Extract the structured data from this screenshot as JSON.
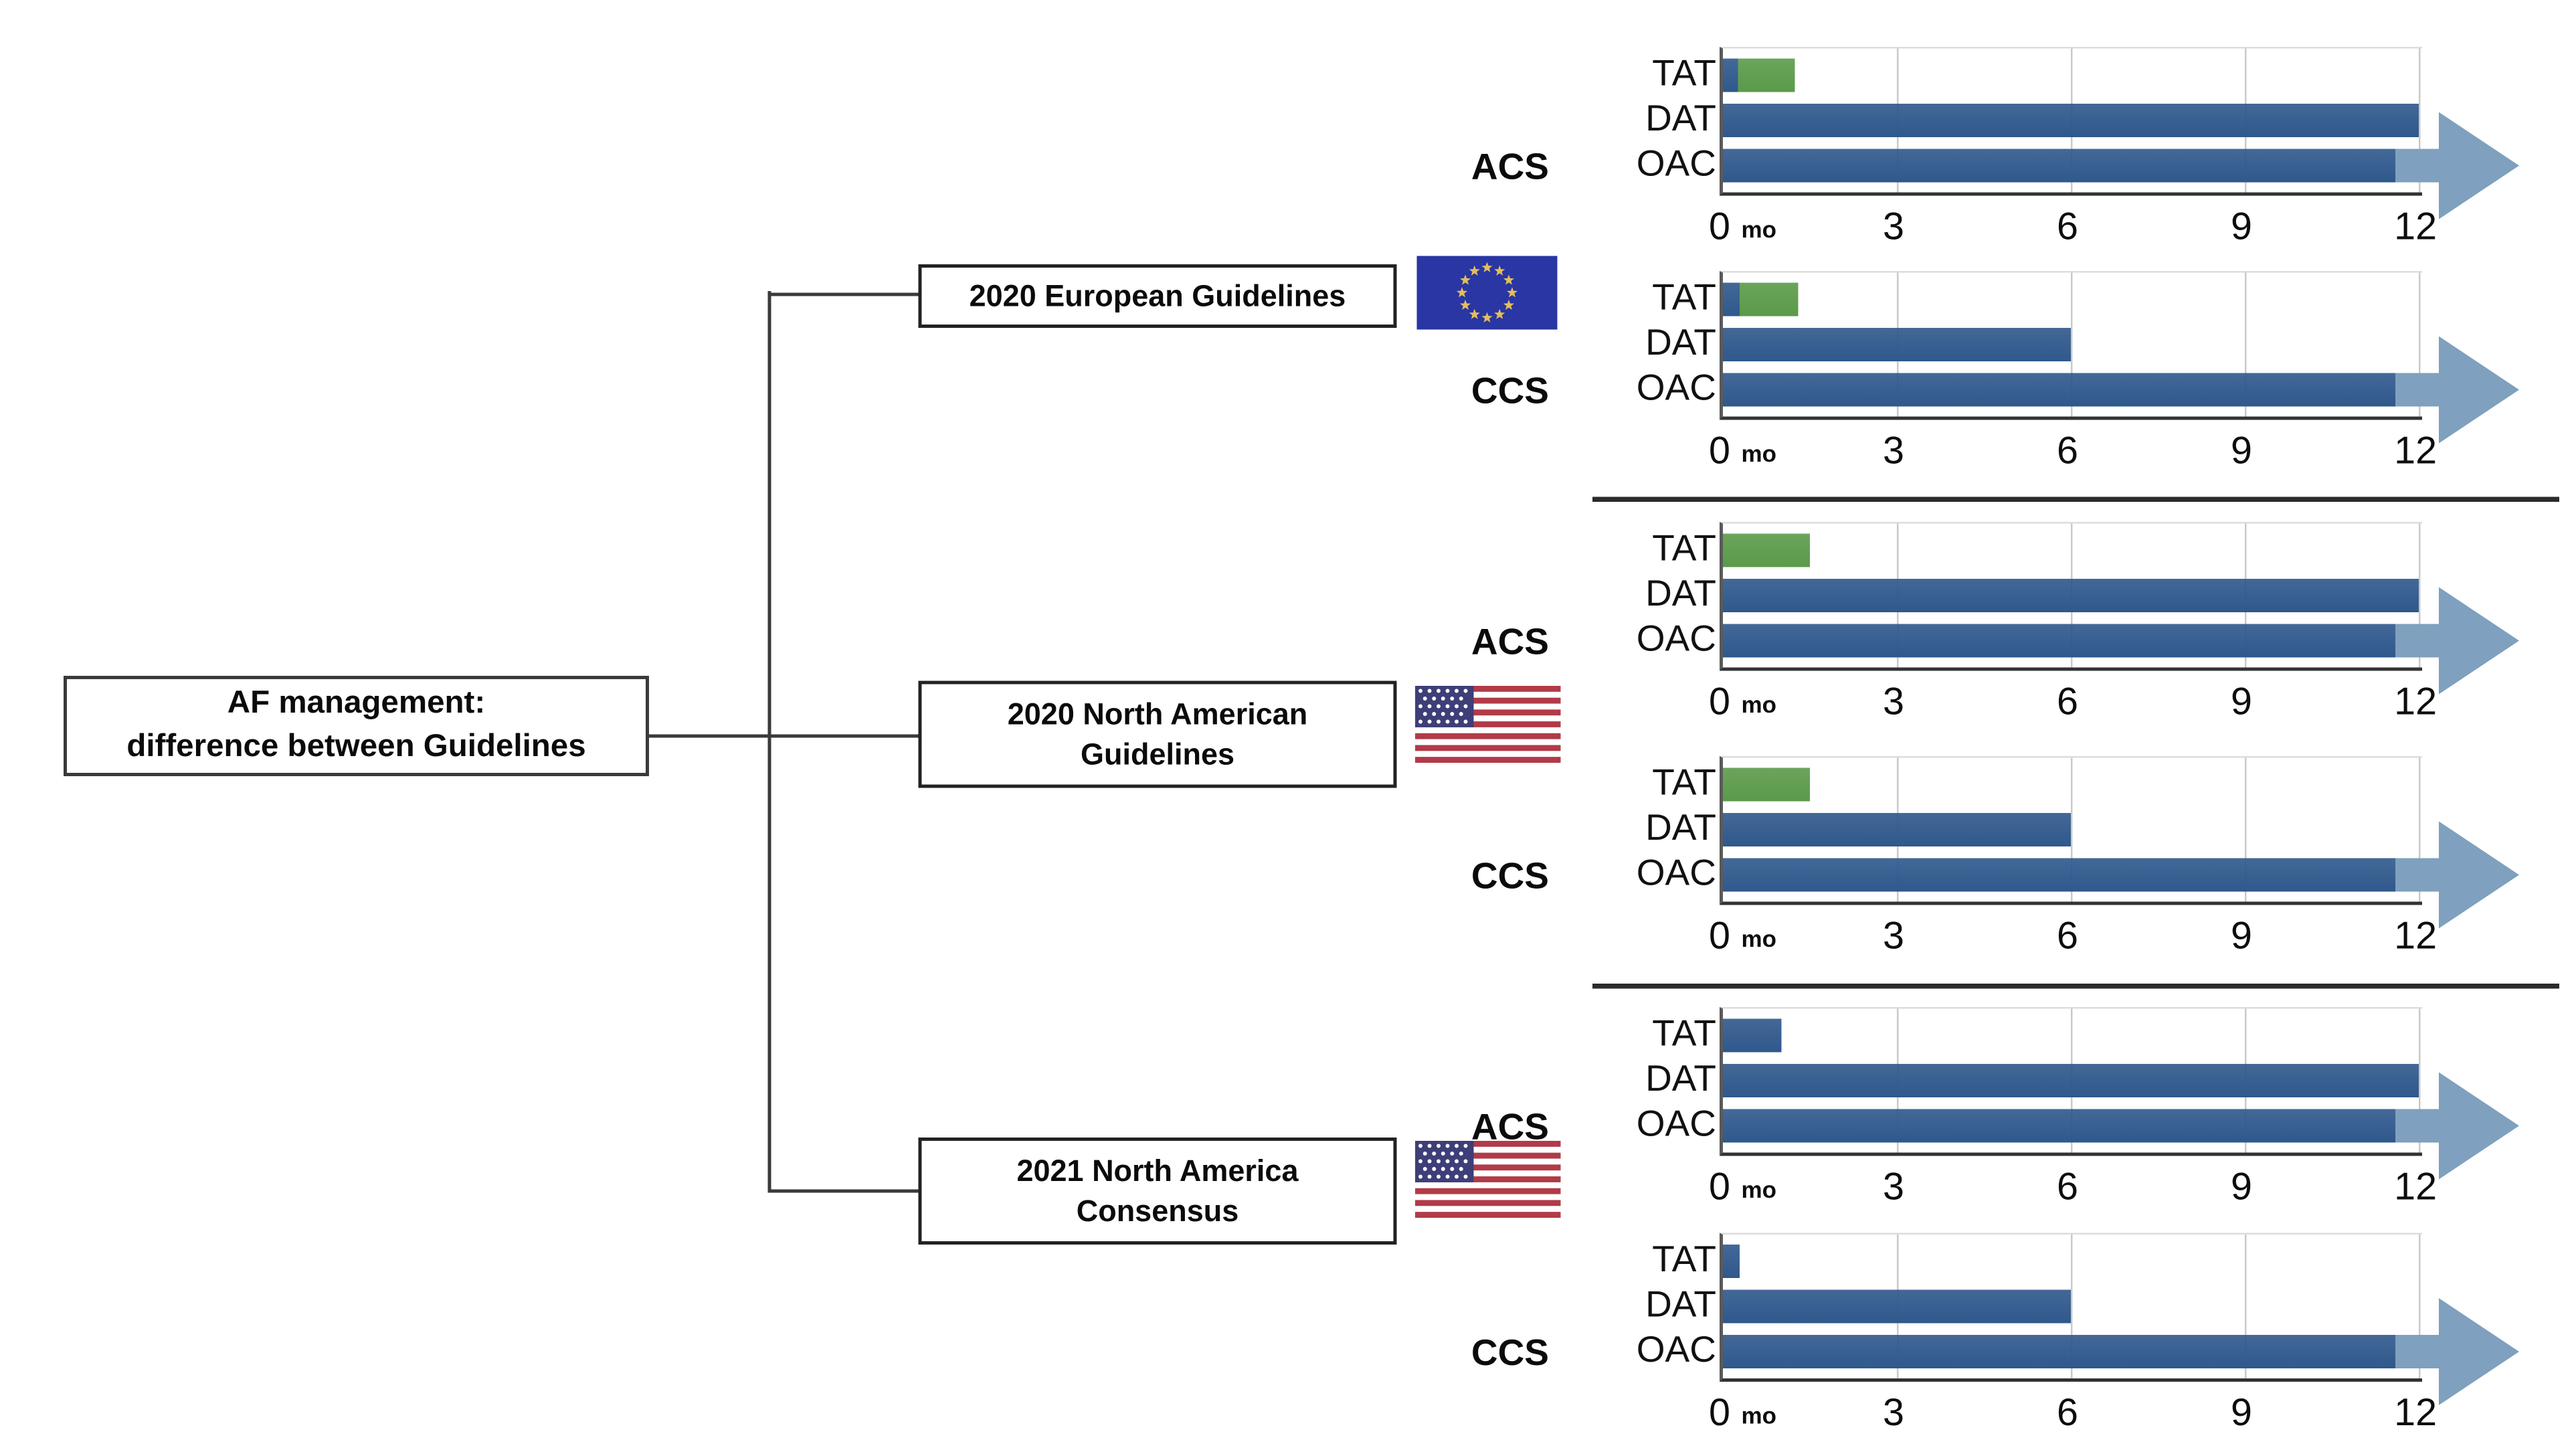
{
  "diagram": {
    "root": {
      "line1": "AF management:",
      "line2": "difference between Guidelines"
    },
    "branches": [
      {
        "lines": [
          "2020 European Guidelines",
          ""
        ],
        "flag": "eu-flag"
      },
      {
        "lines": [
          "2020 North American",
          "Guidelines"
        ],
        "flag": "us-flag"
      },
      {
        "lines": [
          "2021 North America",
          "Consensus"
        ],
        "flag": "us-flag"
      }
    ]
  },
  "colors": {
    "bar_blue": "#2F588C",
    "bar_green": "#5B9A4A",
    "arrow_blue": "#7FA0BE",
    "grid": "#C9C9C9",
    "eu_blue": "#2936A3",
    "star_gold": "#E2BE5C",
    "us_red": "#B13B48",
    "us_navy": "#3E3E79"
  },
  "chart_data": [
    {
      "type": "bar",
      "guideline": "2020 European Guidelines",
      "panel": "ACS",
      "x": {
        "ticks": [
          0,
          3,
          6,
          9,
          12
        ],
        "unit": "mo",
        "range": [
          0,
          12
        ]
      },
      "rows": [
        {
          "label": "TAT",
          "segments": [
            {
              "color": "blue",
              "start": 0,
              "end": 0.25
            },
            {
              "color": "green",
              "start": 0.25,
              "end": 1.25
            }
          ],
          "arrow": false
        },
        {
          "label": "DAT",
          "segments": [
            {
              "color": "blue",
              "start": 0,
              "end": 12
            }
          ],
          "arrow": false
        },
        {
          "label": "OAC",
          "segments": [
            {
              "color": "blue",
              "start": 0,
              "end": 12
            }
          ],
          "arrow": true
        }
      ]
    },
    {
      "type": "bar",
      "guideline": "2020 European Guidelines",
      "panel": "CCS",
      "x": {
        "ticks": [
          0,
          3,
          6,
          9,
          12
        ],
        "unit": "mo",
        "range": [
          0,
          12
        ]
      },
      "rows": [
        {
          "label": "TAT",
          "segments": [
            {
              "color": "blue",
              "start": 0,
              "end": 0.3
            },
            {
              "color": "green",
              "start": 0.3,
              "end": 1.3
            }
          ],
          "arrow": false
        },
        {
          "label": "DAT",
          "segments": [
            {
              "color": "blue",
              "start": 0,
              "end": 6
            }
          ],
          "arrow": false
        },
        {
          "label": "OAC",
          "segments": [
            {
              "color": "blue",
              "start": 0,
              "end": 12
            }
          ],
          "arrow": true
        }
      ]
    },
    {
      "type": "bar",
      "guideline": "2020 North American Guidelines",
      "panel": "ACS",
      "x": {
        "ticks": [
          0,
          3,
          6,
          9,
          12
        ],
        "unit": "mo",
        "range": [
          0,
          12
        ]
      },
      "rows": [
        {
          "label": "TAT",
          "segments": [
            {
              "color": "green",
              "start": 0,
              "end": 1.5
            }
          ],
          "arrow": false
        },
        {
          "label": "DAT",
          "segments": [
            {
              "color": "blue",
              "start": 0,
              "end": 12
            }
          ],
          "arrow": false
        },
        {
          "label": "OAC",
          "segments": [
            {
              "color": "blue",
              "start": 0,
              "end": 12
            }
          ],
          "arrow": true
        }
      ]
    },
    {
      "type": "bar",
      "guideline": "2020 North American Guidelines",
      "panel": "CCS",
      "x": {
        "ticks": [
          0,
          3,
          6,
          9,
          12
        ],
        "unit": "mo",
        "range": [
          0,
          12
        ]
      },
      "rows": [
        {
          "label": "TAT",
          "segments": [
            {
              "color": "green",
              "start": 0,
              "end": 1.5
            }
          ],
          "arrow": false
        },
        {
          "label": "DAT",
          "segments": [
            {
              "color": "blue",
              "start": 0,
              "end": 6
            }
          ],
          "arrow": false
        },
        {
          "label": "OAC",
          "segments": [
            {
              "color": "blue",
              "start": 0,
              "end": 12
            }
          ],
          "arrow": true
        }
      ]
    },
    {
      "type": "bar",
      "guideline": "2021 North America Consensus",
      "panel": "ACS",
      "x": {
        "ticks": [
          0,
          3,
          6,
          9,
          12
        ],
        "unit": "mo",
        "range": [
          0,
          12
        ]
      },
      "rows": [
        {
          "label": "TAT",
          "segments": [
            {
              "color": "blue",
              "start": 0,
              "end": 1
            }
          ],
          "arrow": false
        },
        {
          "label": "DAT",
          "segments": [
            {
              "color": "blue",
              "start": 0,
              "end": 12
            }
          ],
          "arrow": false
        },
        {
          "label": "OAC",
          "segments": [
            {
              "color": "blue",
              "start": 0,
              "end": 12
            }
          ],
          "arrow": true
        }
      ]
    },
    {
      "type": "bar",
      "guideline": "2021 North America Consensus",
      "panel": "CCS",
      "x": {
        "ticks": [
          0,
          3,
          6,
          9,
          12
        ],
        "unit": "mo",
        "range": [
          0,
          12
        ]
      },
      "rows": [
        {
          "label": "TAT",
          "segments": [
            {
              "color": "blue",
              "start": 0,
              "end": 0.3
            }
          ],
          "arrow": false
        },
        {
          "label": "DAT",
          "segments": [
            {
              "color": "blue",
              "start": 0,
              "end": 6
            }
          ],
          "arrow": false
        },
        {
          "label": "OAC",
          "segments": [
            {
              "color": "blue",
              "start": 0,
              "end": 12
            }
          ],
          "arrow": true
        }
      ]
    }
  ]
}
